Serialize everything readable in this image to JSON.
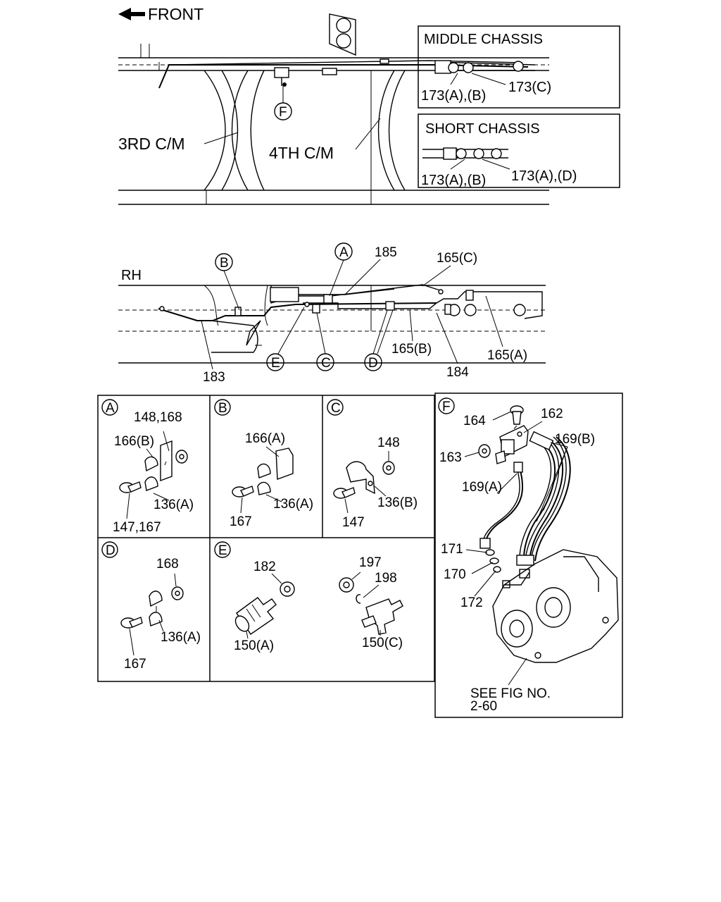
{
  "top_view": {
    "front_label": "FRONT",
    "cm3_label": "3RD C/M",
    "cm4_label": "4TH C/M",
    "callout_f": "F",
    "middle_chassis": {
      "title": "MIDDLE CHASSIS",
      "label_ab": "173(A),(B)",
      "label_c": "173(C)"
    },
    "short_chassis": {
      "title": "SHORT CHASSIS",
      "label_ab": "173(A),(B)",
      "label_ad": "173(A),(D)"
    }
  },
  "side_view": {
    "rh_label": "RH",
    "callouts": {
      "a": "A",
      "b": "B",
      "c": "C",
      "d": "D",
      "e": "E"
    },
    "labels": {
      "p185": "185",
      "p165c": "165(C)",
      "p183": "183",
      "p165b": "165(B)",
      "p184": "184",
      "p165a": "165(A)"
    }
  },
  "details": {
    "a": {
      "tag": "A",
      "l1": "148,168",
      "l2": "166(B)",
      "l3": "136(A)",
      "l4": "147,167"
    },
    "b": {
      "tag": "B",
      "l1": "166(A)",
      "l2": "136(A)",
      "l3": "167"
    },
    "c": {
      "tag": "C",
      "l1": "148",
      "l2": "136(B)",
      "l3": "147"
    },
    "d": {
      "tag": "D",
      "l1": "168",
      "l2": "136(A)",
      "l3": "167"
    },
    "e": {
      "tag": "E",
      "l1": "182",
      "l2": "150(A)",
      "l3": "197",
      "l4": "198",
      "l5": "150(C)"
    },
    "f": {
      "tag": "F",
      "l164": "164",
      "l162": "162",
      "l163": "163",
      "l169b": "169(B)",
      "l169a": "169(A)",
      "l171": "171",
      "l170": "170",
      "l172": "172",
      "see1": "SEE FIG NO.",
      "see2": "2-60"
    }
  }
}
